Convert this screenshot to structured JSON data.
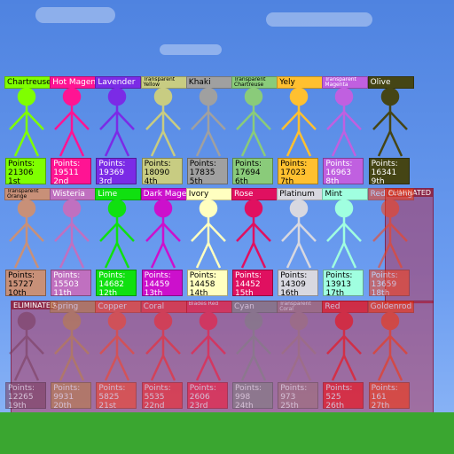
{
  "rows": [
    [
      {
        "name": "Chartreuse",
        "color": "#7fff00",
        "points": "21306",
        "rank": "1st",
        "small": false
      },
      {
        "name": "Hot Magenta",
        "color": "#ff1493",
        "points": "19511",
        "rank": "2nd",
        "small": false
      },
      {
        "name": "Lavender",
        "color": "#7b2be6",
        "points": "19369",
        "rank": "3rd",
        "small": false
      },
      {
        "name": "Transparent Yellow",
        "color": "#c8cc82",
        "points": "18090",
        "rank": "4th",
        "small": true
      },
      {
        "name": "Khaki",
        "color": "#a0a0a0",
        "points": "17835",
        "rank": "5th",
        "small": false
      },
      {
        "name": "Transparent Chartreuse",
        "color": "#8acb7a",
        "points": "17694",
        "rank": "6th",
        "small": true
      },
      {
        "name": "Yely",
        "color": "#ffc030",
        "points": "17023",
        "rank": "7th",
        "small": false
      },
      {
        "name": "Transparent Magenta",
        "color": "#c060e0",
        "points": "16963",
        "rank": "8th",
        "small": true
      },
      {
        "name": "Olive",
        "color": "#454515",
        "points": "16341",
        "rank": "9th",
        "small": false
      }
    ],
    [
      {
        "name": "Transparent Orange",
        "color": "#c89078",
        "points": "15727",
        "rank": "10th",
        "small": true
      },
      {
        "name": "Wisteria",
        "color": "#c070c0",
        "points": "15503",
        "rank": "11th",
        "small": false
      },
      {
        "name": "Lime",
        "color": "#10e010",
        "points": "14682",
        "rank": "12th",
        "small": false
      },
      {
        "name": "Dark Magenta",
        "color": "#cc10cc",
        "points": "14459",
        "rank": "13th",
        "small": false
      },
      {
        "name": "Ivory",
        "color": "#ffffc0",
        "points": "14458",
        "rank": "14th",
        "small": false
      },
      {
        "name": "Rose",
        "color": "#e01060",
        "points": "14452",
        "rank": "15th",
        "small": false
      },
      {
        "name": "Platinum",
        "color": "#d8d8e0",
        "points": "14309",
        "rank": "16th",
        "small": false
      },
      {
        "name": "Mint",
        "color": "#a0ffe0",
        "points": "13913",
        "rank": "17th",
        "small": false
      },
      {
        "name": "Red Orange",
        "color": "#ff4010",
        "points": "13659",
        "rank": "18th",
        "small": false
      }
    ],
    [
      {
        "name": "",
        "color": "#7a3a5a",
        "points": "12265",
        "rank": "19th",
        "small": false
      },
      {
        "name": "Spring",
        "color": "#c08040",
        "points": "9931",
        "rank": "20th",
        "small": false
      },
      {
        "name": "Copper",
        "color": "#ff4020",
        "points": "5825",
        "rank": "21st",
        "small": false
      },
      {
        "name": "Coral",
        "color": "#ff2020",
        "points": "5535",
        "rank": "22nd",
        "small": false
      },
      {
        "name": "Blades Red",
        "color": "#ff1030",
        "points": "2606",
        "rank": "23rd",
        "small": true
      },
      {
        "name": "Cyan",
        "color": "#808080",
        "points": "998",
        "rank": "24th",
        "small": false
      },
      {
        "name": "Transparent Coral",
        "color": "#a07078",
        "points": "973",
        "rank": "25th",
        "small": true
      },
      {
        "name": "Red",
        "color": "#ff0000",
        "points": "525",
        "rank": "26th",
        "small": false
      },
      {
        "name": "Goldenrod",
        "color": "#ff3000",
        "points": "161",
        "rank": "27th",
        "small": false
      }
    ]
  ],
  "eliminated_label": "ELIMINATED",
  "points_label": "Points:"
}
